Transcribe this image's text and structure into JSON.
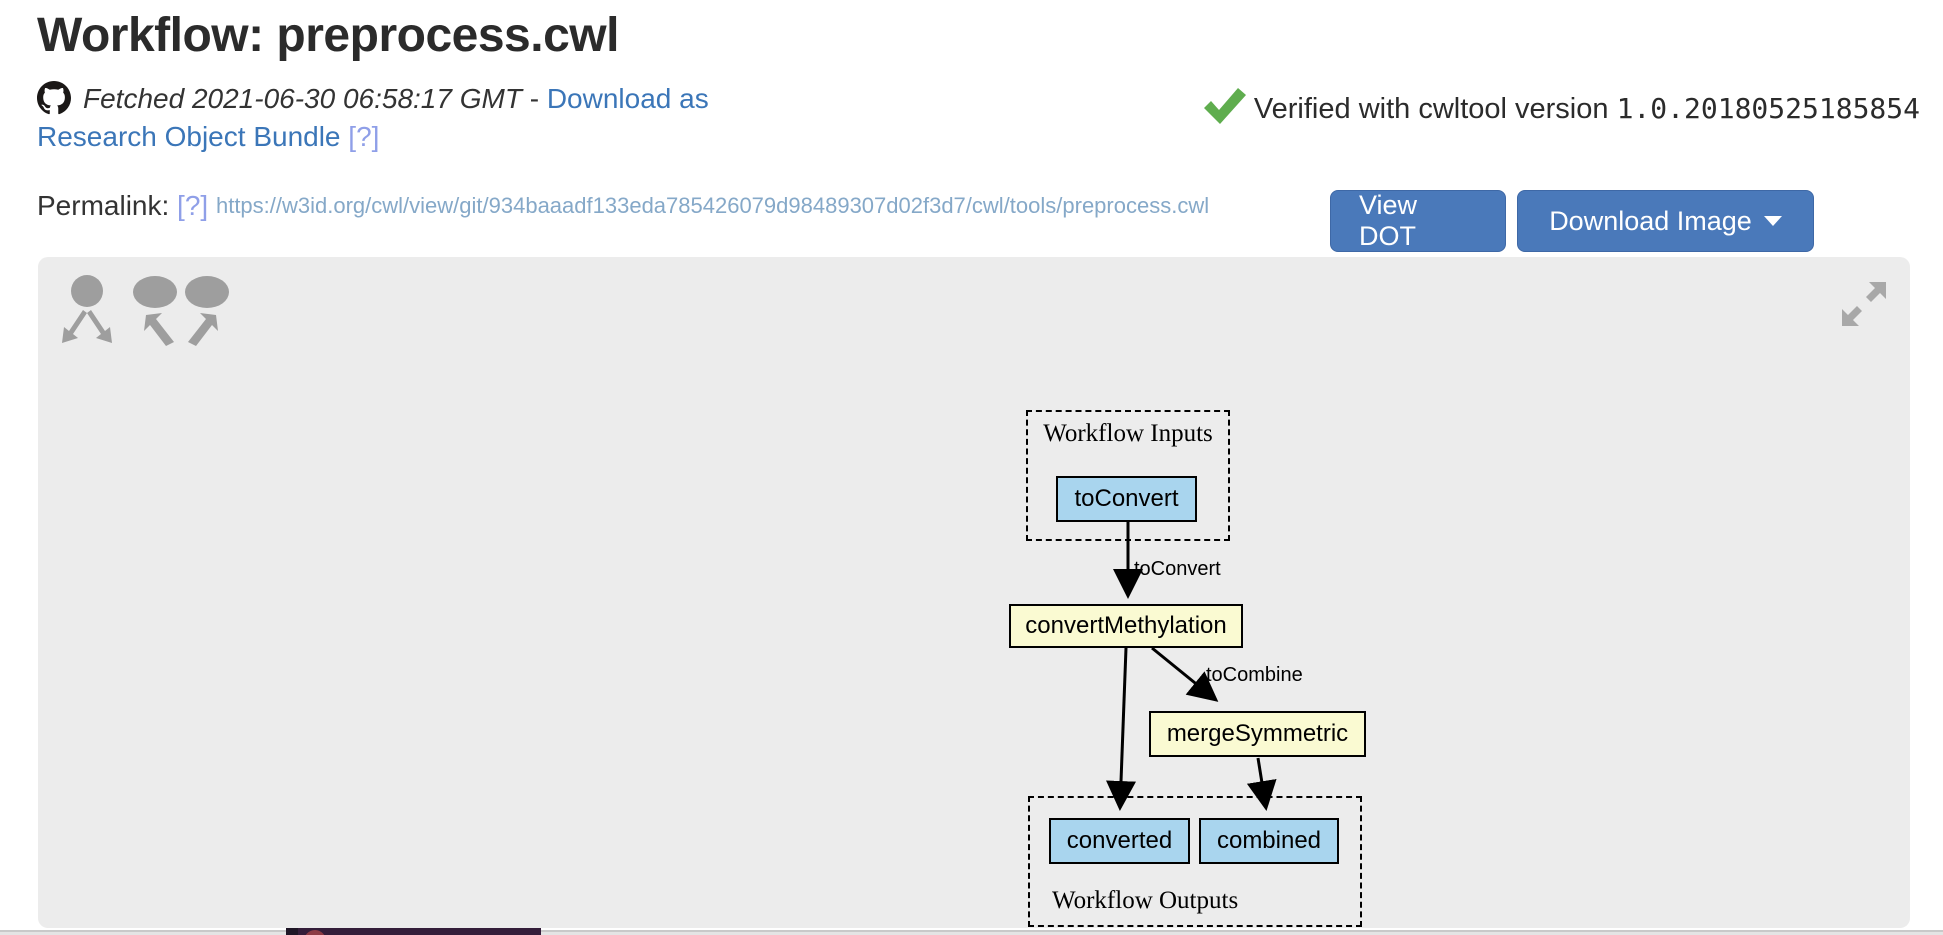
{
  "page": {
    "title": "Workflow: preprocess.cwl"
  },
  "meta": {
    "fetched_text": "Fetched 2021-06-30 06:58:17 GMT",
    "separator": " - ",
    "download_link_label": "Download as Research Object Bundle",
    "download_help_badge": "[?]",
    "verified_text": "Verified with cwltool version ",
    "verified_version": "1.0.20180525185854",
    "permalink_label": "Permalink: ",
    "permalink_help_badge": "[?]",
    "permalink_url": "https://w3id.org/cwl/view/git/934baaadf133eda785426079d98489307d02f3d7/cwl/tools/preprocess.cwl"
  },
  "toolbar": {
    "view_dot_label": "View DOT",
    "download_image_label": "Download Image"
  },
  "icons": {
    "github": "github-logo",
    "verified_check": "green-checkmark",
    "select_children": "highlight-children-control",
    "select_parents": "highlight-parents-control",
    "expand": "fullscreen-expand-control"
  },
  "workflow_diagram": {
    "inputs_group_label": "Workflow Inputs",
    "outputs_group_label": "Workflow Outputs",
    "nodes": [
      {
        "id": "toConvert",
        "label": "toConvert",
        "type": "input"
      },
      {
        "id": "convertMethylation",
        "label": "convertMethylation",
        "type": "step"
      },
      {
        "id": "mergeSymmetric",
        "label": "mergeSymmetric",
        "type": "step"
      },
      {
        "id": "converted",
        "label": "converted",
        "type": "output"
      },
      {
        "id": "combined",
        "label": "combined",
        "type": "output"
      }
    ],
    "edges": [
      {
        "from": "toConvert",
        "to": "convertMethylation",
        "label": "toConvert"
      },
      {
        "from": "convertMethylation",
        "to": "mergeSymmetric",
        "label": "toCombine"
      },
      {
        "from": "convertMethylation",
        "to": "converted",
        "label": ""
      },
      {
        "from": "mergeSymmetric",
        "to": "combined",
        "label": ""
      }
    ]
  },
  "colors": {
    "button_blue": "#4a79ba",
    "link_blue": "#3b76b8",
    "help_badge_blue": "#8f9fe8",
    "permalink_url_blue": "#85a8c8",
    "verified_green": "#5fad4e",
    "input_output_node_fill": "#a9d5ee",
    "step_node_fill": "#fafad2",
    "panel_gray": "#ececec",
    "control_icon_gray": "#9e9e9e"
  }
}
